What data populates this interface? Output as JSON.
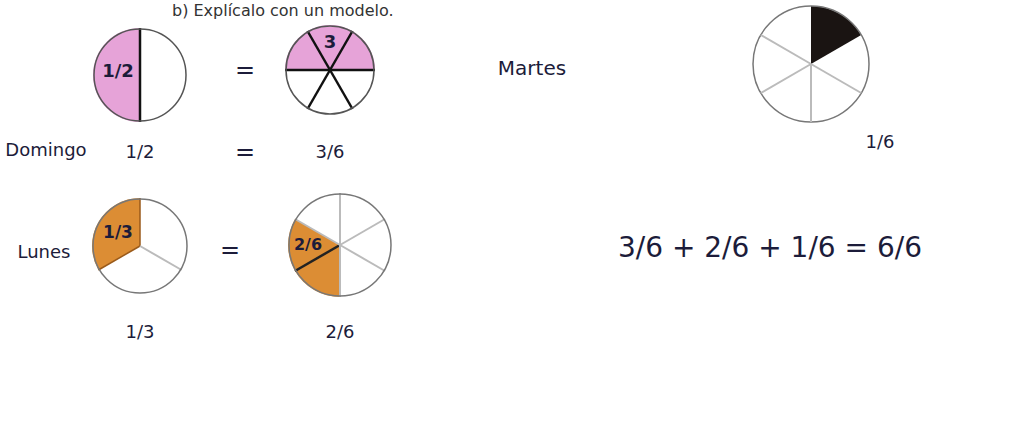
{
  "diagram": {
    "title": "b) Explícalo con un modelo.",
    "nodes": [
      {
        "text": [
          "1/2"
        ]
      },
      {
        "text": [
          "3"
        ]
      },
      {
        "text": [
          "1/3"
        ]
      },
      {
        "text": [
          "2/6"
        ]
      }
    ],
    "labels": [
      "Domingo",
      "1/2",
      "=",
      "=",
      "3/6",
      "Martes",
      "1/6",
      "Lunes",
      "1/3",
      "=",
      "2/6",
      "3/6 + 2/6 + 1/6 = 6/6"
    ]
  }
}
